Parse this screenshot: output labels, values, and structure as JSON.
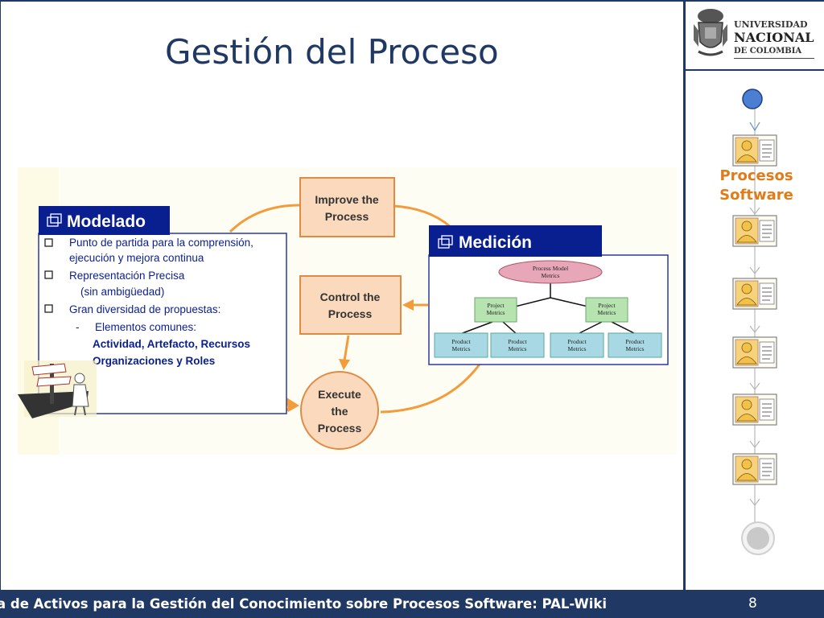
{
  "slide": {
    "title": "Gestión del Proceso",
    "page_number": "8",
    "footer_text": "a de Activos para la Gestión del Conocimiento sobre Procesos Software: PAL-Wiki"
  },
  "logo": {
    "line1": "UNIVERSIDAD",
    "line2": "NACIONAL",
    "line3": "DE COLOMBIA"
  },
  "sidebar": {
    "label_line1": "Procesos",
    "label_line2": "Software",
    "workflow_icons": [
      "start-node-icon",
      "activity-icon",
      "activity-icon",
      "activity-icon",
      "activity-icon",
      "activity-icon",
      "activity-icon",
      "end-node-icon"
    ]
  },
  "diagram": {
    "modelado": {
      "title": "Modelado",
      "bullets": [
        "Punto de partida para la comprensión,",
        "ejecución y mejora continua",
        "Representación Precisa",
        "(sin ambigüedad)",
        "Gran diversidad de propuestas:",
        "-",
        "Elementos comunes:",
        "Actividad, Artefacto, Recursos",
        "Organizaciones y Roles"
      ]
    },
    "cycle": {
      "improve_line1": "Improve the",
      "improve_line2": "Process",
      "control_line1": "Control the",
      "control_line2": "Process",
      "execute_line1": "Execute",
      "execute_line2": "the",
      "execute_line3": "Process"
    },
    "medicion": {
      "title": "Medición",
      "root_line1": "Process Model",
      "root_line2": "Metrics",
      "project_line1": "Project",
      "project_line2": "Metrics",
      "product_line1": "Product",
      "product_line2": "Metrics"
    }
  },
  "colors": {
    "navy": "#1f3864",
    "orange": "#f39c3c",
    "box_fill": "#fbd9bd",
    "header_blue": "#0a1f8f",
    "label_orange": "#e07b1a"
  }
}
